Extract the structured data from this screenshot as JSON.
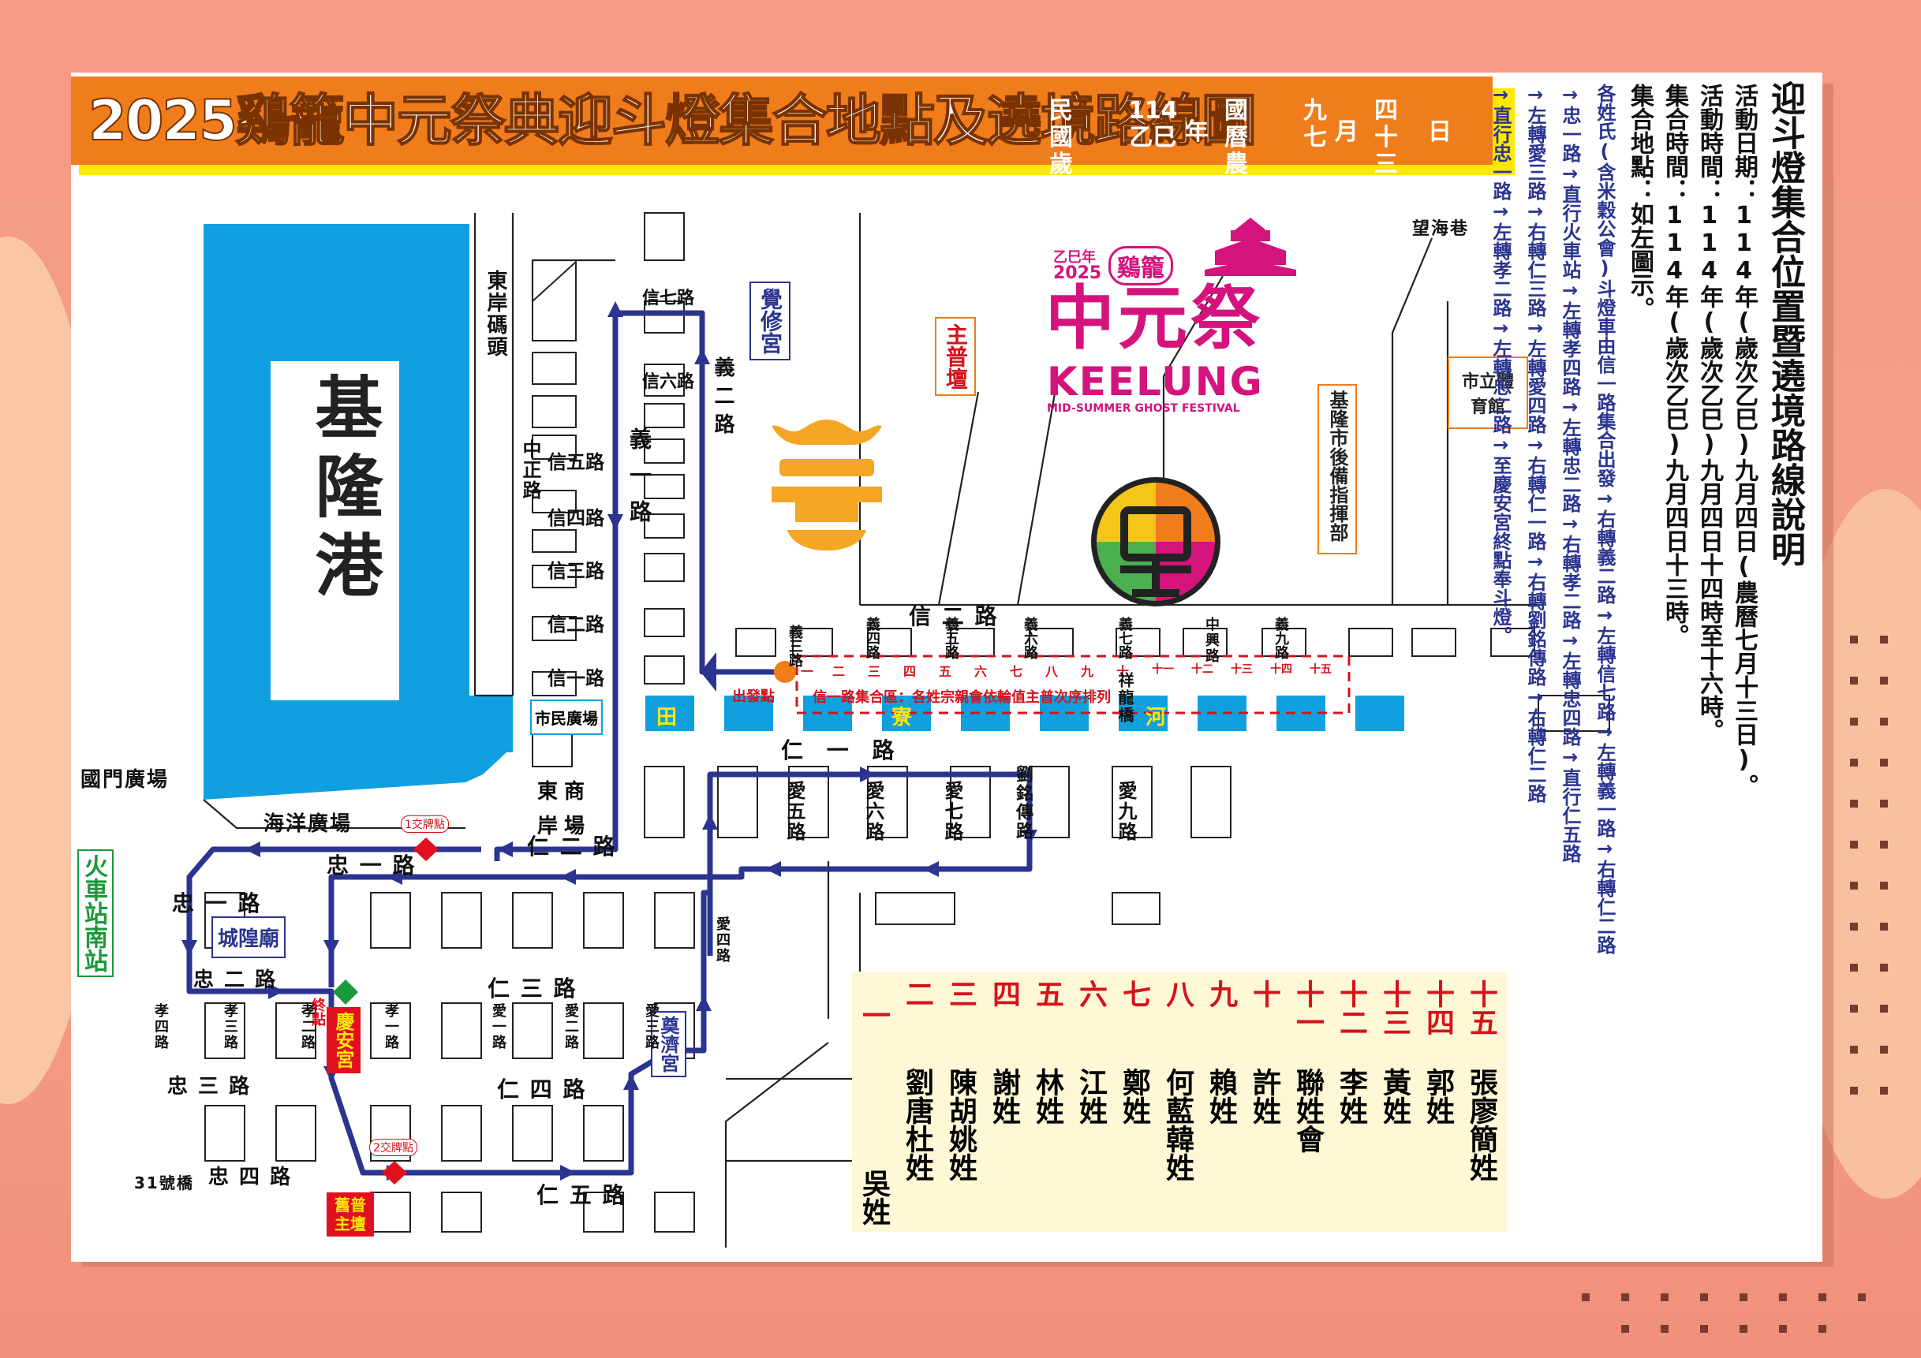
{
  "header": {
    "title": "2025鷄籠中元祭典迎斗燈集合地點及遶境路線圖",
    "era_roc": "民國",
    "era_year_cycle": "歲次",
    "year_num": "114",
    "year_ganzhi": "乙巳",
    "year_char": "年",
    "cal_national": "國曆",
    "cal_lunar": "農曆",
    "month_national": "九",
    "month_lunar": "七",
    "month_char": "月",
    "day_national": "四",
    "day_lunar": "十三",
    "day_char": "日"
  },
  "logo": {
    "top_small": "乙巳年",
    "year": "2025",
    "brand": "鷄籠",
    "main": "中元祭",
    "keelung": "KEELUNG",
    "sub": "MID-SUMMER GHOST FESTIVAL"
  },
  "map": {
    "harbor": "基隆港",
    "dongan_pier": "東岸碼頭",
    "guomen_plaza": "國門廣場",
    "ocean_plaza": "海洋廣場",
    "train_south": "火車站南站",
    "chenghuang": "城隍廟",
    "qingan": "慶安宮",
    "endpoint": "終點",
    "dianji": "奠濟宮",
    "juexiu": "覺修宮",
    "zhupu": "主普壇",
    "oldzhupu": "舊普主壇",
    "command": "基隆市後備指揮部",
    "gym": "市立體育館",
    "wanghai": "望海巷",
    "citizen_plaza": "市民廣場",
    "dongshang": "東商岸場",
    "tianliao": [
      "田",
      "寮",
      "河"
    ],
    "start": "出發點",
    "assembly": "信一路集合區：各姓宗親會依輪值主普次序排列",
    "cross1": "1交牌點",
    "cross2": "2交牌點",
    "bridge31": "31號橋",
    "xiangnong": "祥龍橋",
    "zhongzheng": "中正路",
    "zhongxing": "中興路",
    "roads": {
      "xin7": "信七路",
      "xin6": "信六路",
      "xin5": "信五路",
      "xin4": "信四路",
      "xin3": "信三路",
      "xin2s": "信二路",
      "xin1": "信一路",
      "xin2": "信 二 路",
      "yi1": "義一路",
      "yi2": "義二路",
      "yi3": "義三路",
      "yi4": "義四路",
      "yi5": "義五路",
      "yi6": "義六路",
      "yi7": "義七路",
      "yi9": "義九路",
      "ren1": "仁 一 路",
      "ren2": "仁 二 路",
      "ren3": "仁 三 路",
      "ren4": "仁 四 路",
      "ren5": "仁 五 路",
      "zhong1": "忠 一 路",
      "zhong1b": "忠 一 路",
      "zhong2": "忠 二 路",
      "zhong3": "忠 三 路",
      "zhong4": "忠 四 路",
      "ai5": "愛五路",
      "ai6": "愛六路",
      "ai7": "愛七路",
      "ai9": "愛九路",
      "ai4": "愛四路",
      "ai3": "愛三路",
      "ai2": "愛二路",
      "ai1": "愛一路",
      "xiao1": "孝一路",
      "xiao2": "孝二路",
      "xiao3": "孝三路",
      "xiao4": "孝四路",
      "liuming": "劉銘傳路"
    },
    "slot_numbers": [
      "一",
      "二",
      "三",
      "四",
      "五",
      "六",
      "七",
      "八",
      "九",
      "十",
      "十一",
      "十二",
      "十三",
      "十四",
      "十五"
    ]
  },
  "legend": {
    "numbers": [
      "一",
      "二",
      "三",
      "四",
      "五",
      "六",
      "七",
      "八",
      "九",
      "十",
      "十一",
      "十二",
      "十三",
      "十四",
      "十五"
    ],
    "names": [
      "吳姓",
      "劉唐杜姓",
      "陳胡姚姓",
      "謝姓",
      "林姓",
      "江姓",
      "鄭姓",
      "何藍韓姓",
      "賴姓",
      "許姓",
      "聯姓會",
      "李姓",
      "黃姓",
      "郭姓",
      "張廖簡姓"
    ]
  },
  "info": {
    "title": "迎斗燈集合位置暨遶境路線說明",
    "date": "活動日期：114年(歲次乙巳)九月四日(農曆七月十三日)。",
    "time": "活動時間：114年(歲次乙巳)九月四日十四時至十六時。",
    "gather_time": "集合時間：114年(歲次乙巳)九月四日十三時。",
    "gather_place": "集合地點：如左圖示。",
    "route1": "各姓氏(含米穀公會)斗燈車由信一路集合出發→右轉義二路→左轉信七路→左轉義一路→右轉仁二路",
    "route2": "→忠一路→直行火車站→左轉孝四路→左轉忠二路→右轉孝二路→左轉忠四路→直行仁五路",
    "route3": "→左轉愛三路→右轉仁三路→左轉愛四路→右轉仁一路→右轉劉銘傳路→右轉仁二路",
    "route4": "→直行忠一路→左轉孝二路→左轉忠二路→至慶安宮終點奉斗燈。"
  },
  "colors": {
    "header_orange": "#f07d1c",
    "header_yellow": "#ffe800",
    "harbor_blue": "#10a0e0",
    "route_navy": "#2b3590",
    "text_red": "#d4131b",
    "legend_bg": "#fff8d6",
    "festival_magenta": "#d4137d"
  }
}
